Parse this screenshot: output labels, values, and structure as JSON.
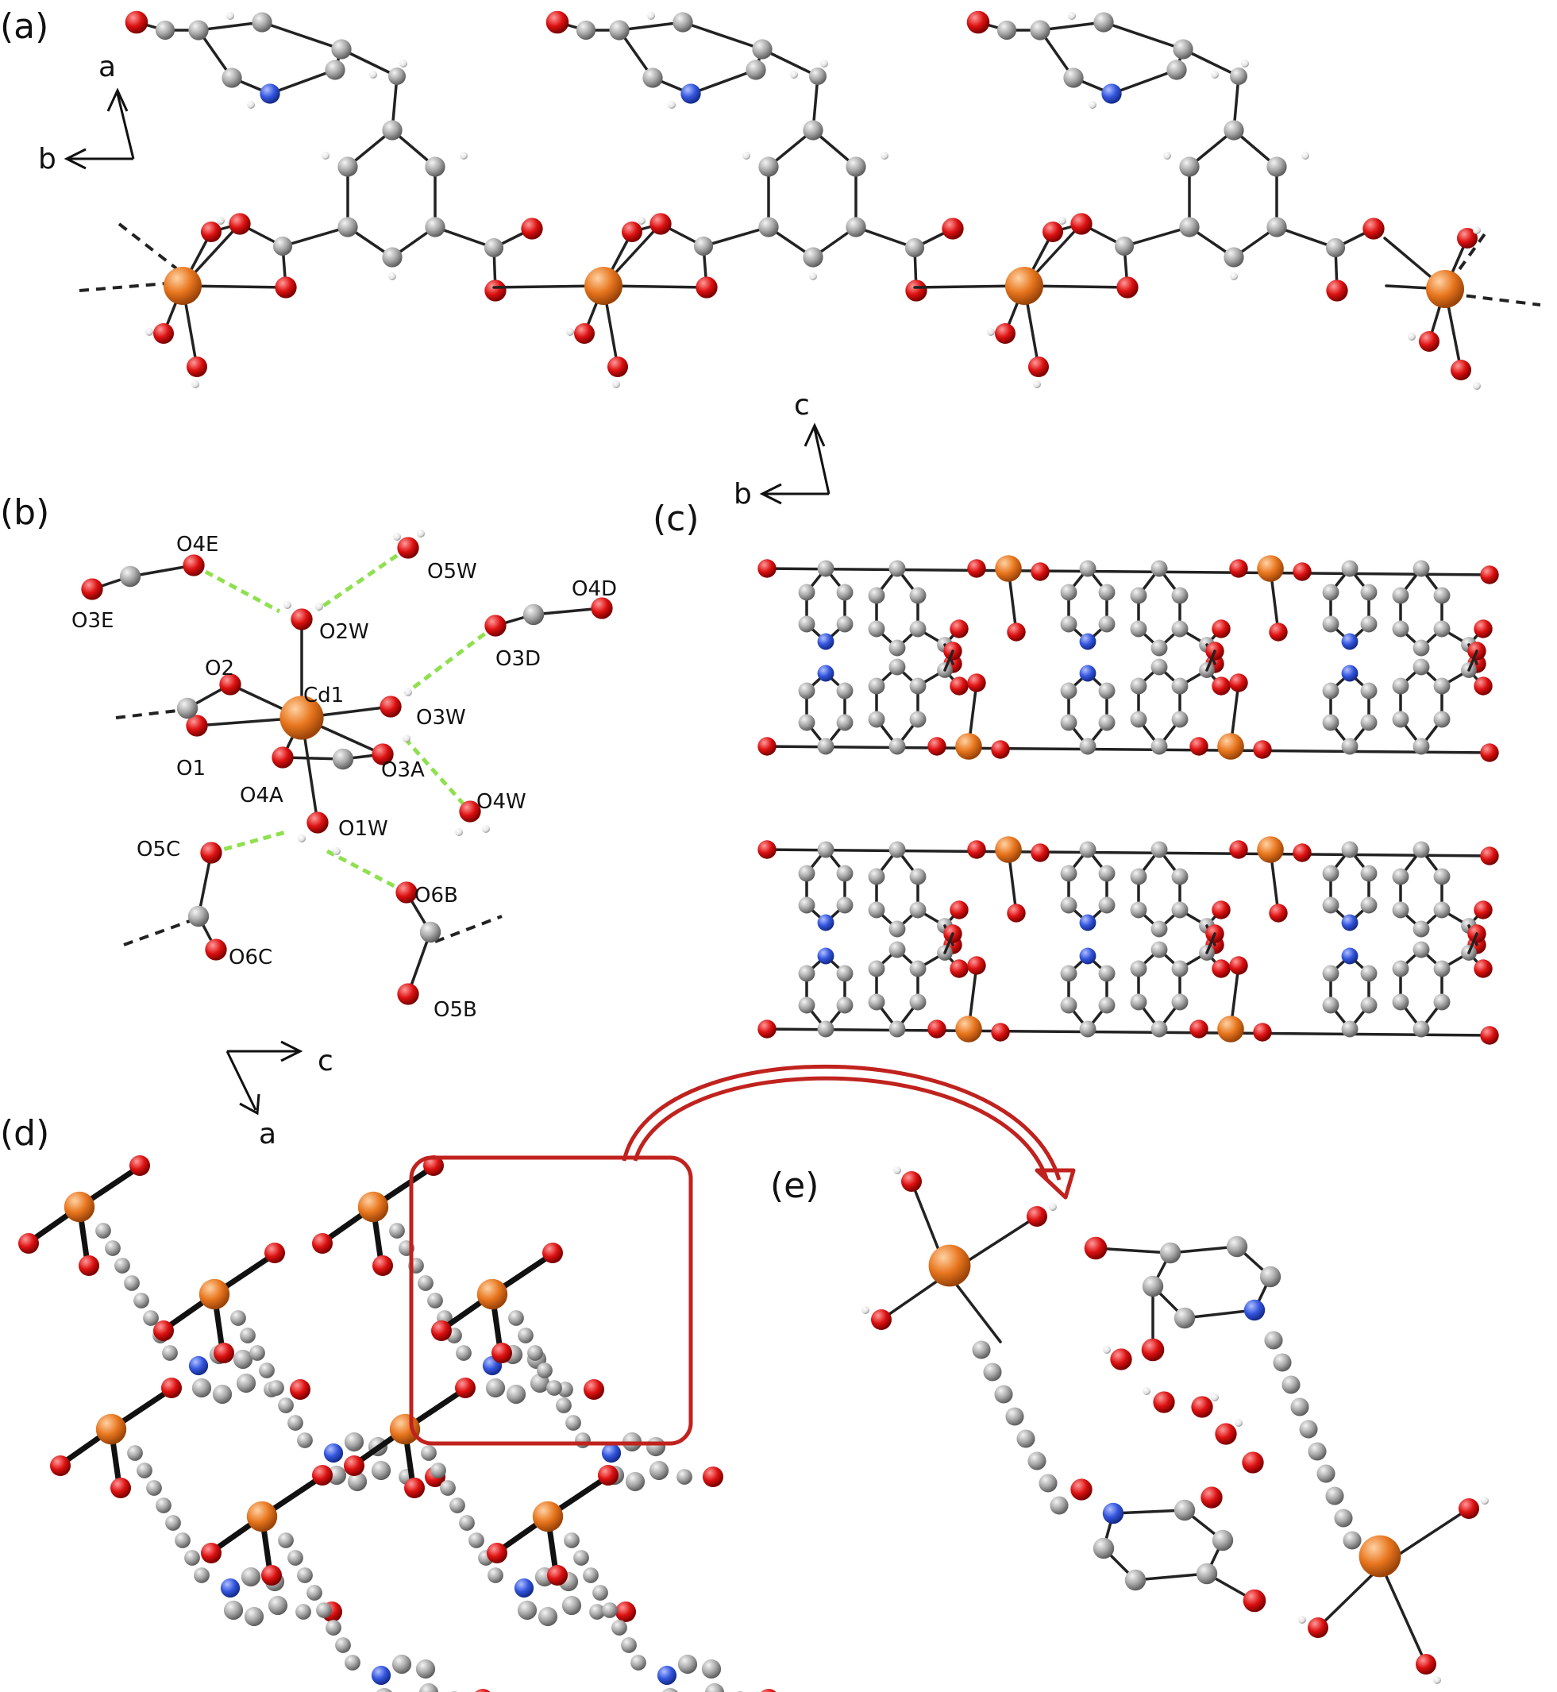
{
  "panels": {
    "a": "(a)",
    "b": "(b)",
    "c": "(c)",
    "d": "(d)",
    "e": "(e)"
  },
  "axes": {
    "a": {
      "up": "a",
      "left": "b"
    },
    "c": {
      "up": "c",
      "left": "b"
    },
    "d": {
      "right": "c",
      "down": "a"
    }
  },
  "atom_labels": {
    "O4E": "O4E",
    "O3E": "O3E",
    "O5W": "O5W",
    "O2W": "O2W",
    "O4D": "O4D",
    "O3D": "O3D",
    "O2": "O2",
    "Cd1": "Cd1",
    "O3W": "O3W",
    "O1": "O1",
    "O4A": "O4A",
    "O3A": "O3A",
    "O4W": "O4W",
    "O1W": "O1W",
    "O5C": "O5C",
    "O6B": "O6B",
    "O6C": "O6C",
    "O5B": "O5B"
  },
  "colors": {
    "cadmium": "#e8761e",
    "oxygen": "#dd1111",
    "carbon": "#a9a9a9",
    "nitrogen": "#3355dd",
    "hydrogen": "#f2f2f2",
    "hbond": "#8fe04e",
    "highlight": "#c0221e"
  }
}
